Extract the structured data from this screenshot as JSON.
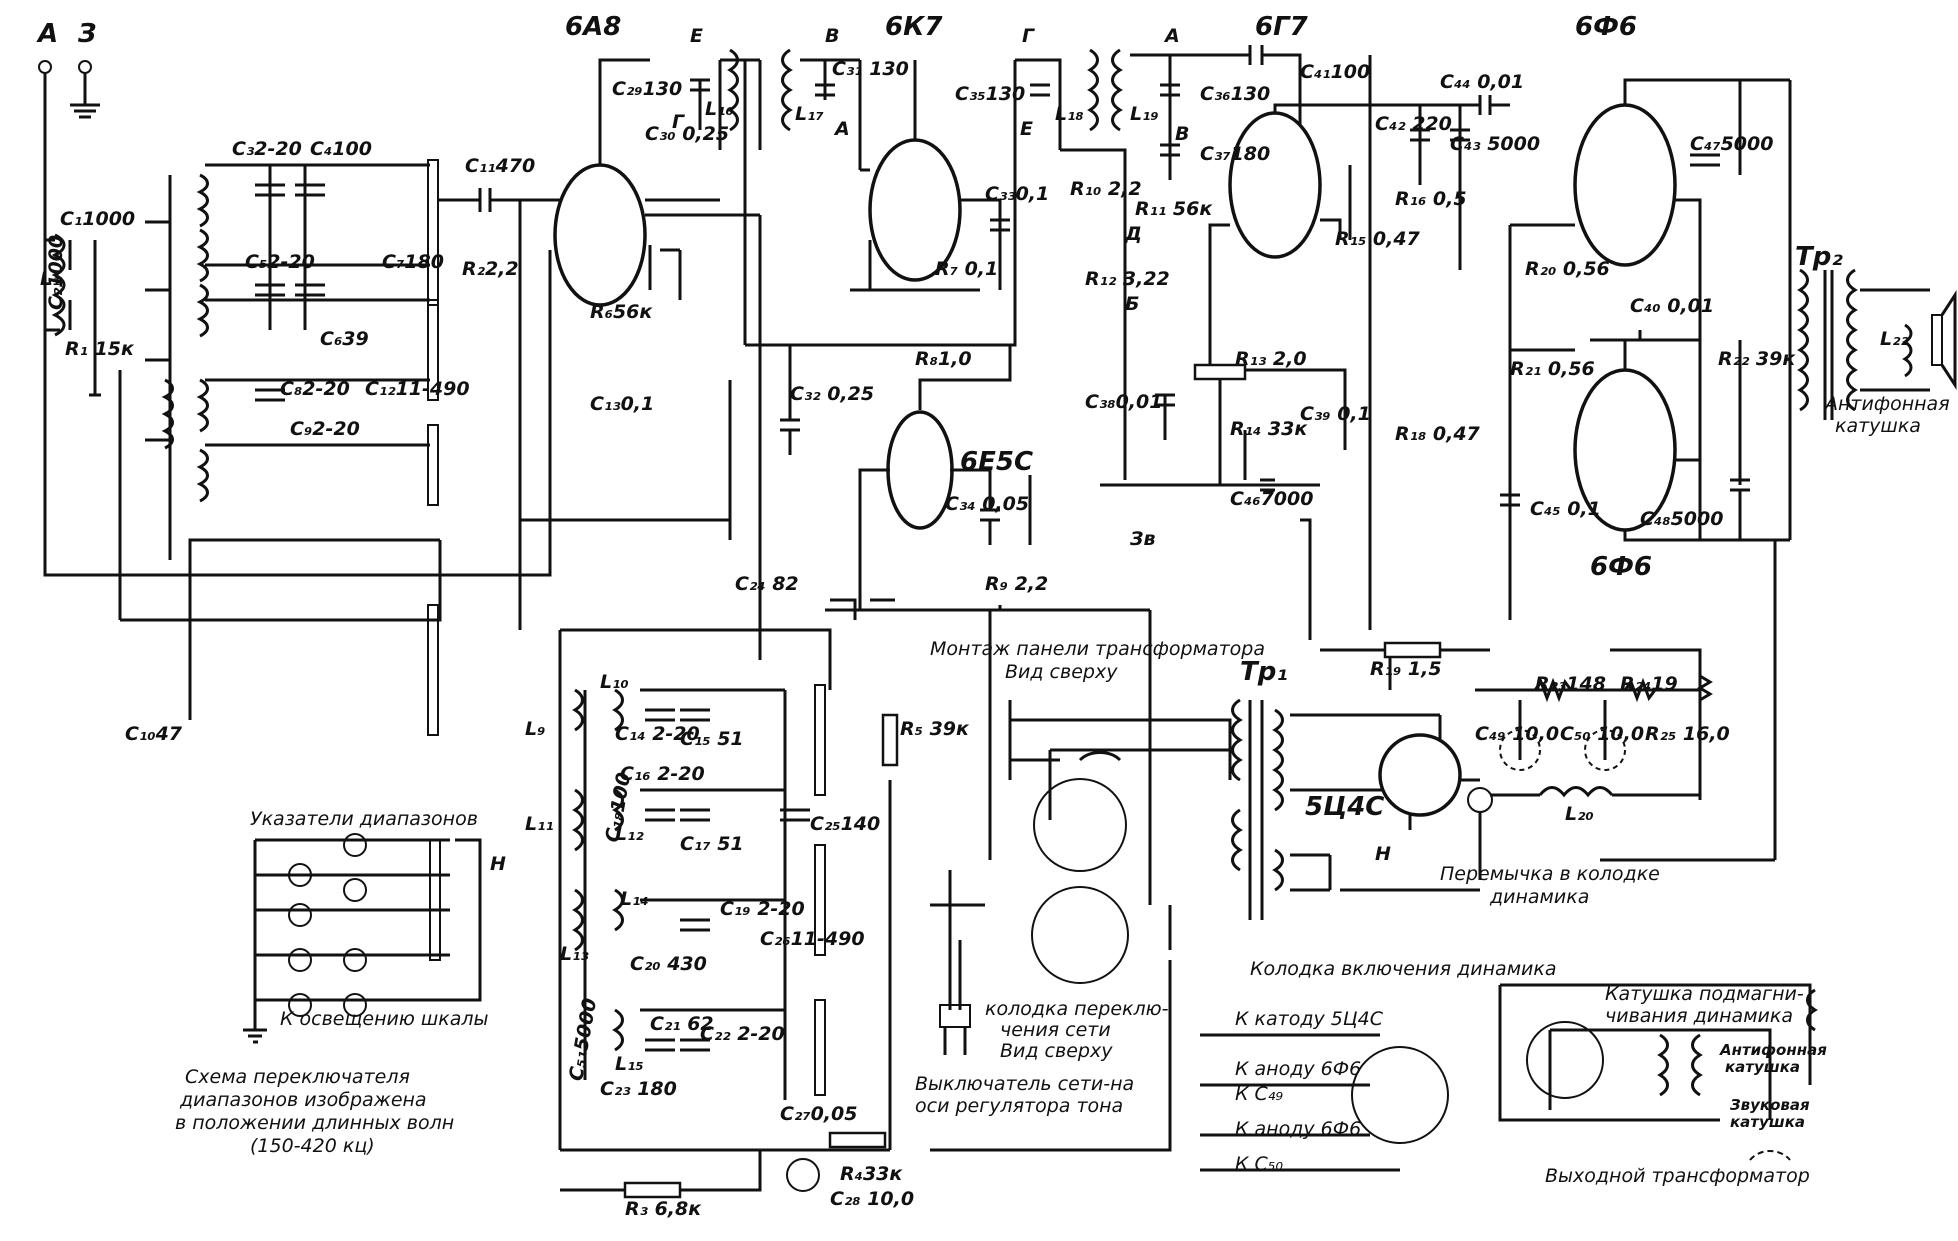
{
  "terminals": {
    "antenna": "А",
    "ground": "З"
  },
  "tubes": [
    {
      "id": "6A8",
      "label": "6А8"
    },
    {
      "id": "6K7",
      "label": "6К7"
    },
    {
      "id": "6G7",
      "label": "6Г7"
    },
    {
      "id": "6F6_top",
      "label": "6Ф6"
    },
    {
      "id": "6F6_bottom",
      "label": "6Ф6"
    },
    {
      "id": "6E5C",
      "label": "6Е5С"
    },
    {
      "id": "5C4C",
      "label": "5Ц4С"
    }
  ],
  "components": [
    {
      "ref": "C1",
      "label": "C₁1000"
    },
    {
      "ref": "C2",
      "label": "C₂1000"
    },
    {
      "ref": "L1",
      "label": "L₁"
    },
    {
      "ref": "R1",
      "label": "R₁ 15к"
    },
    {
      "ref": "C3",
      "label": "C₃2-20"
    },
    {
      "ref": "C4",
      "label": "C₄100"
    },
    {
      "ref": "C5",
      "label": "C₅2-20"
    },
    {
      "ref": "C6",
      "label": "C₆39"
    },
    {
      "ref": "C7",
      "label": "C₇180"
    },
    {
      "ref": "C8",
      "label": "C₈2-20"
    },
    {
      "ref": "C9",
      "label": "C₉2-20"
    },
    {
      "ref": "C10",
      "label": "C₁₀47"
    },
    {
      "ref": "C11",
      "label": "C₁₁470"
    },
    {
      "ref": "C12",
      "label": "C₁₂11-490"
    },
    {
      "ref": "C13",
      "label": "C₁₃0,1"
    },
    {
      "ref": "R2",
      "label": "R₂2,2"
    },
    {
      "ref": "R6",
      "label": "R₆56к"
    },
    {
      "ref": "C29",
      "label": "C₂₉130"
    },
    {
      "ref": "C30",
      "label": "C₃₀ 0,25"
    },
    {
      "ref": "L16",
      "label": "L₁₆"
    },
    {
      "ref": "L17",
      "label": "L₁₇"
    },
    {
      "ref": "C31",
      "label": "C₃₁ 130"
    },
    {
      "ref": "C32",
      "label": "C₃₂ 0,25"
    },
    {
      "ref": "C33",
      "label": "C₃₃0,1"
    },
    {
      "ref": "R7",
      "label": "R₇ 0,1"
    },
    {
      "ref": "R8",
      "label": "R₈1,0"
    },
    {
      "ref": "C34",
      "label": "C₃₄ 0,05"
    },
    {
      "ref": "C35",
      "label": "C₃₅130"
    },
    {
      "ref": "L18",
      "label": "L₁₈"
    },
    {
      "ref": "L19",
      "label": "L₁₉"
    },
    {
      "ref": "C36",
      "label": "C₃₆130"
    },
    {
      "ref": "C37",
      "label": "C₃₇180"
    },
    {
      "ref": "C41",
      "label": "C₄₁100"
    },
    {
      "ref": "R10",
      "label": "R₁₀ 2,2"
    },
    {
      "ref": "R11",
      "label": "R₁₁ 56к"
    },
    {
      "ref": "R12",
      "label": "R₁₂ 3,22"
    },
    {
      "ref": "R13",
      "label": "R₁₃ 2,0"
    },
    {
      "ref": "R14",
      "label": "R₁₄ 33к"
    },
    {
      "ref": "C38",
      "label": "C₃₈0,01"
    },
    {
      "ref": "C39",
      "label": "C₃₉ 0,1"
    },
    {
      "ref": "C46",
      "label": "C₄₆7000"
    },
    {
      "ref": "R9",
      "label": "R₉ 2,2"
    },
    {
      "ref": "C44",
      "label": "C₄₄ 0,01"
    },
    {
      "ref": "C42",
      "label": "C₄₂ 220"
    },
    {
      "ref": "C43",
      "label": "C₄₃ 5000"
    },
    {
      "ref": "R15",
      "label": "R₁₅ 0,47"
    },
    {
      "ref": "R16",
      "label": "R₁₆ 0,5"
    },
    {
      "ref": "R18",
      "label": "R₁₈ 0,47"
    },
    {
      "ref": "C47",
      "label": "C₄₇5000"
    },
    {
      "ref": "R20",
      "label": "R₂₀ 0,56"
    },
    {
      "ref": "R21",
      "label": "R₂₁ 0,56"
    },
    {
      "ref": "R22",
      "label": "R₂₂ 39к"
    },
    {
      "ref": "C40",
      "label": "C₄₀ 0,01"
    },
    {
      "ref": "C45",
      "label": "C₄₅ 0,1"
    },
    {
      "ref": "C48",
      "label": "C₄₈5000"
    },
    {
      "ref": "Tr2",
      "label": "Тр₂"
    },
    {
      "ref": "L22",
      "label": "L₂₂"
    },
    {
      "ref": "C24",
      "label": "C₂₄ 82"
    },
    {
      "ref": "L9",
      "label": "L₉"
    },
    {
      "ref": "L10",
      "label": "L₁₀"
    },
    {
      "ref": "C14",
      "label": "C₁₄ 2-20"
    },
    {
      "ref": "C15",
      "label": "C₁₅ 51"
    },
    {
      "ref": "L11",
      "label": "L₁₁"
    },
    {
      "ref": "L12",
      "label": "L₁₂"
    },
    {
      "ref": "C16",
      "label": "C₁₆ 2-20"
    },
    {
      "ref": "C17",
      "label": "C₁₇ 51"
    },
    {
      "ref": "C18",
      "label": "C₁₈100"
    },
    {
      "ref": "C25",
      "label": "C₂₅140"
    },
    {
      "ref": "C26",
      "label": "C₂₆11-490"
    },
    {
      "ref": "L13",
      "label": "L₁₃"
    },
    {
      "ref": "L14",
      "label": "L₁₄"
    },
    {
      "ref": "C20",
      "label": "C₂₀ 430"
    },
    {
      "ref": "C19",
      "label": "C₁₉ 2-20"
    },
    {
      "ref": "L15",
      "label": "L₁₅"
    },
    {
      "ref": "C21",
      "label": "C₂₁ 62"
    },
    {
      "ref": "C22",
      "label": "C₂₂ 2-20"
    },
    {
      "ref": "C23",
      "label": "C₂₃ 180"
    },
    {
      "ref": "C51",
      "label": "C₅₁5000"
    },
    {
      "ref": "C27",
      "label": "C₂₇0,05"
    },
    {
      "ref": "R4",
      "label": "R₄33к"
    },
    {
      "ref": "C28",
      "label": "C₂₈ 10,0"
    },
    {
      "ref": "R3",
      "label": "R₃ 6,8к"
    },
    {
      "ref": "R5",
      "label": "R₅ 39к"
    },
    {
      "ref": "Tr1",
      "label": "Тр₁"
    },
    {
      "ref": "R19",
      "label": "R₁₉ 1,5"
    },
    {
      "ref": "R23",
      "label": "R₂₃148"
    },
    {
      "ref": "R24",
      "label": "R₂₄19"
    },
    {
      "ref": "R25",
      "label": "R₂₅ 16,0"
    },
    {
      "ref": "C49",
      "label": "C₄₉ 10,0"
    },
    {
      "ref": "C50",
      "label": "C₅₀ 10,0"
    },
    {
      "ref": "L20",
      "label": "L₂₀"
    }
  ],
  "notes": {
    "range_indicators": "Указатели диапазонов",
    "scale_lighting": "К освещению шкалы",
    "switch_caption": [
      "Схема переключателя",
      "диапазонов изображена",
      "в положении длинных волн",
      "(150-420 кц)"
    ],
    "transformer_panel": [
      "Монтаж панели трансформатора",
      "Вид сверху"
    ],
    "mains_switch_block": [
      "колодка переклю-",
      "чения сети",
      "Вид сверху"
    ],
    "power_switch": [
      "Выключатель сети-на",
      "оси регулятора тона"
    ],
    "speaker_jumper": [
      "Перемычка в колодке",
      "динамика"
    ],
    "antiphone_coil": [
      "Антифонная",
      "катушка"
    ],
    "speaker_block_title": "Колодка включения динамика",
    "speaker_block_rows": [
      "К катоду 5Ц4С",
      "К аноду 6Ф6",
      "К C₄₉",
      "К аноду 6Ф6",
      "К C₅₀"
    ],
    "field_coil": [
      "Катушка подмагни-",
      "чивания динамика"
    ],
    "antiphone_coil_small": [
      "Антифонная",
      "катушка"
    ],
    "voice_coil": [
      "Звуковая",
      "катушка"
    ],
    "output_transformer": "Выходной трансформатор",
    "pickup_terminals": "Зв",
    "filament_H": "Н"
  },
  "point_labels": {
    "A": "А",
    "B": "В",
    "G": "Г",
    "D": "Д",
    "E": "Е",
    "Bj": "Б"
  }
}
